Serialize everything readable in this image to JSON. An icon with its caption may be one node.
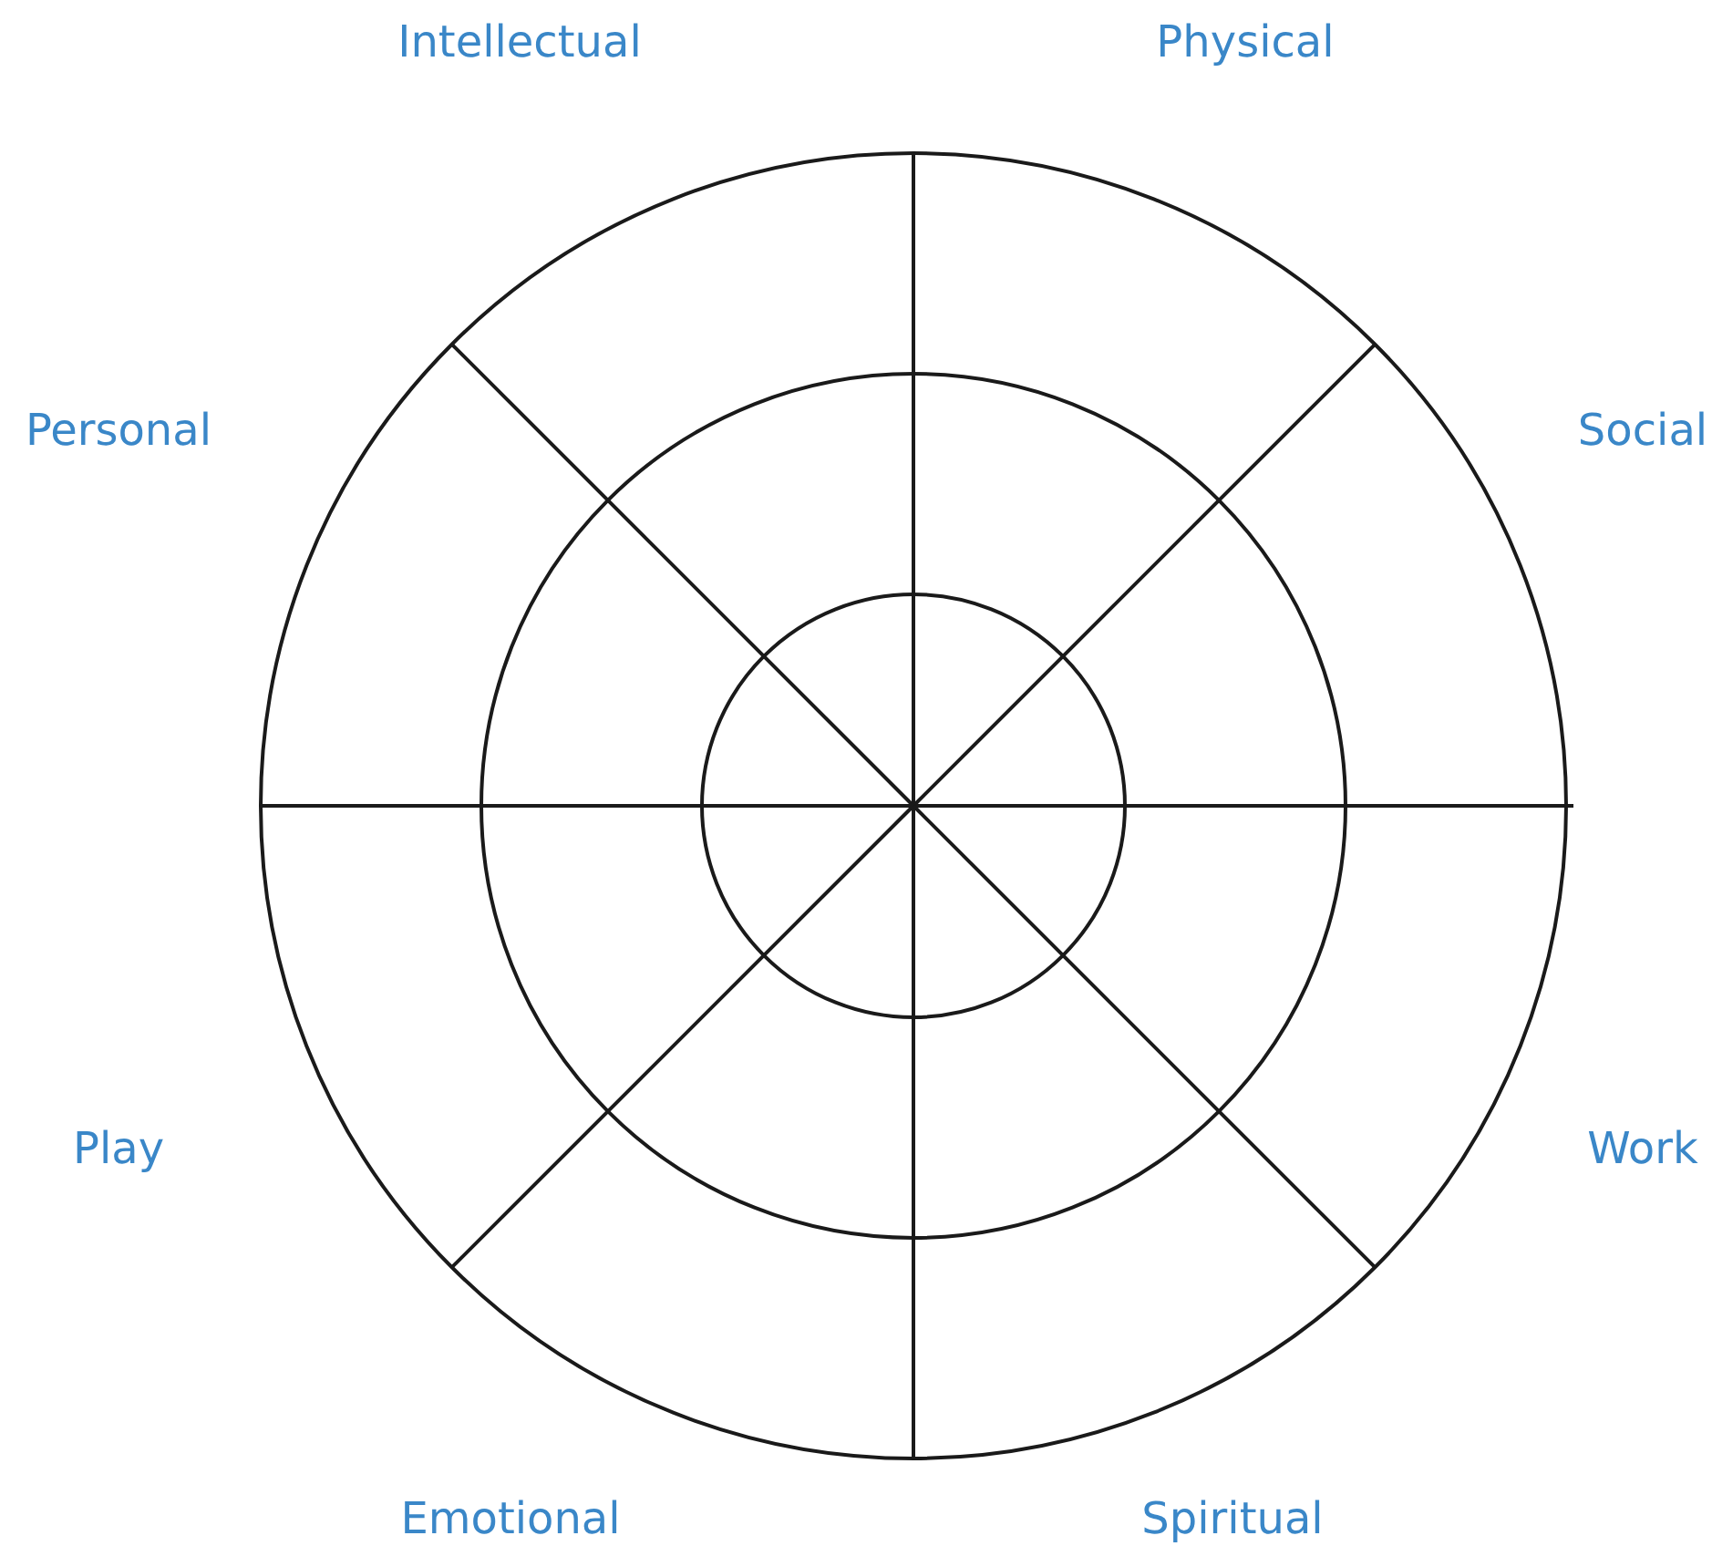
{
  "diagram": {
    "labels": [
      "Intellectual",
      "Physical",
      "Personal",
      "Social",
      "Play",
      "Work",
      "Emotional",
      "Spiritual"
    ]
  }
}
